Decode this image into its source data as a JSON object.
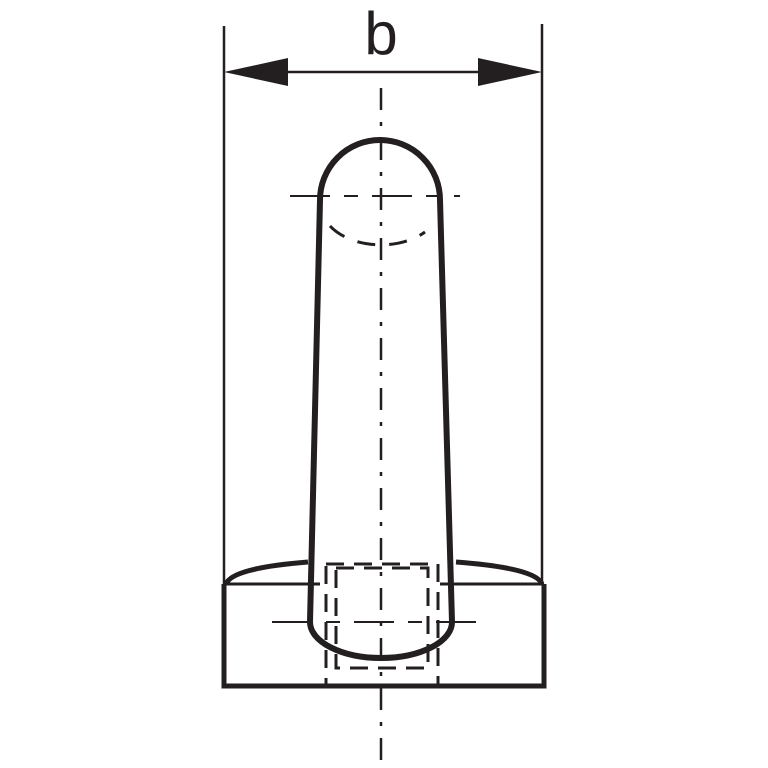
{
  "diagram": {
    "type": "technical-drawing",
    "subject": "T-handle / knob side view",
    "dimension_label": "b",
    "colors": {
      "stroke": "#231f20",
      "background": "#ffffff"
    }
  }
}
